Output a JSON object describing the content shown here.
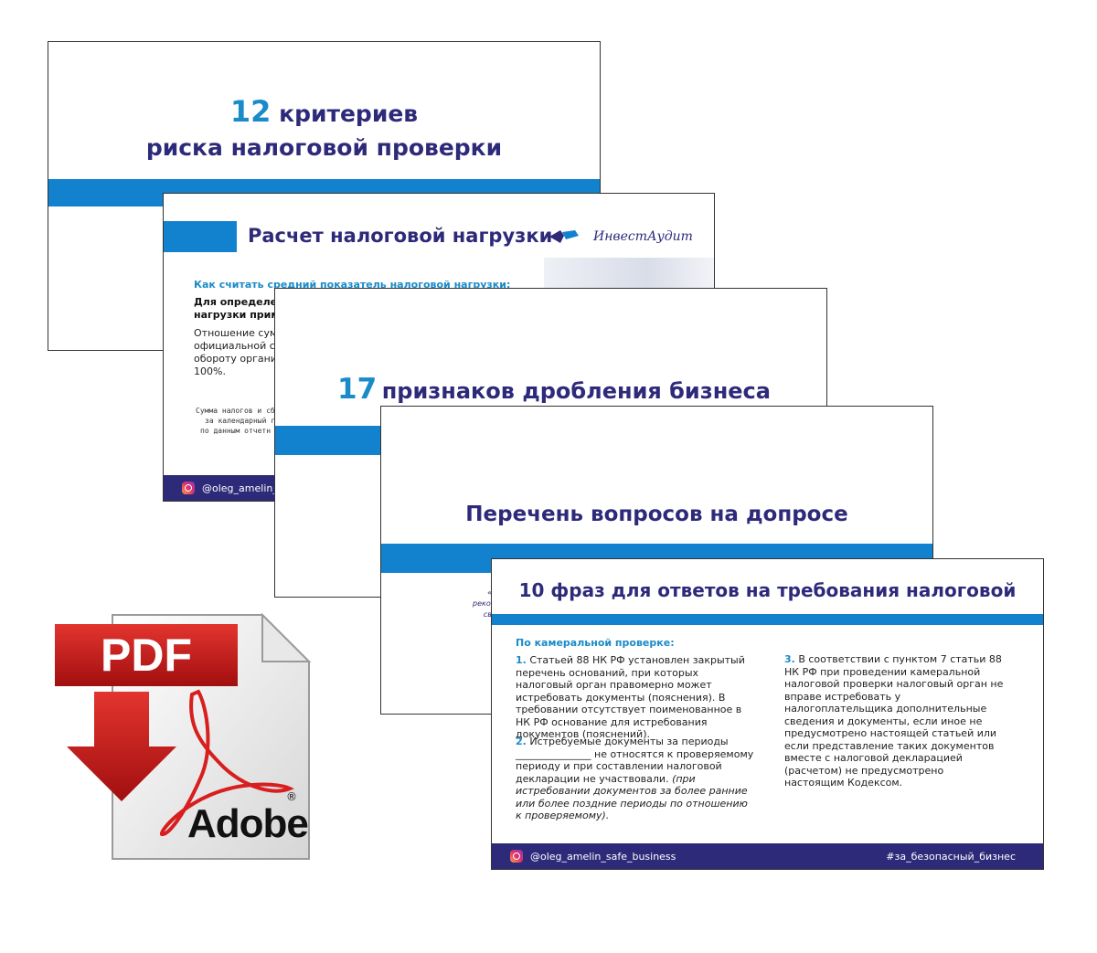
{
  "slide1": {
    "num": "12",
    "line1": "критериев",
    "line2": "риска налоговой проверки"
  },
  "slide2": {
    "title": "Расчет налоговой нагрузки",
    "logo": "ИнвестАудит",
    "subtitle": "Как считать средний показатель налоговой нагрузки:",
    "bold1": "Для определени",
    "bold2": "нагрузки примен",
    "p1": "Отношение сумм",
    "p2": "официальной ста",
    "p3": "обороту организ",
    "p4": "100%.",
    "f1": "Сумма налогов и сб",
    "f2": "за календарный г",
    "f3": "по данным отчетн",
    "footer_handle": "@oleg_amelin_sa"
  },
  "slide3": {
    "num": "17",
    "title": "признаков дробления бизнеса"
  },
  "slide4": {
    "title": "Перечень вопросов на допросе",
    "peek1": "«",
    "peek2": "реком",
    "peek3": "св"
  },
  "slide5": {
    "title": "10 фраз для ответов на требования налоговой",
    "section": "По камеральной проверке:",
    "i1_num": "1.",
    "i1": "Статьей 88 НК РФ установлен закрытый перечень оснований, при которых налоговый орган правомерно может истребовать документы (пояснения). В требовании отсутствует поименованное в НК РФ основание для истребования документов (пояснений).",
    "i2_num": "2.",
    "i2": "Истребуемые документы за периоды _______________ не относятся к проверяемому периоду и при составлении налоговой декларации не участвовали.",
    "i2_note": "(при истребовании документов за более ранние или более поздние периоды по отношению к проверяемому).",
    "i3_num": "3.",
    "i3": "В соответствии с пунктом 7 статьи 88 НК РФ при проведении камеральной налоговой проверки налоговый орган не вправе истребовать у налогоплательщика дополнительные сведения и документы, если иное не предусмотрено настоящей статьей или если представление таких документов вместе с налоговой декларацией (расчетом) не предусмотрено настоящим Кодексом.",
    "footer_handle": "@oleg_amelin_safe_business",
    "footer_tag": "#за_безопасный_бизнес"
  },
  "pdf_icon": {
    "label": "PDF",
    "brand": "Adobe",
    "reg": "®"
  },
  "colors": {
    "accent_blue": "#1282cf",
    "navy": "#2e2a7a",
    "pdf_red": "#c41a1a"
  }
}
